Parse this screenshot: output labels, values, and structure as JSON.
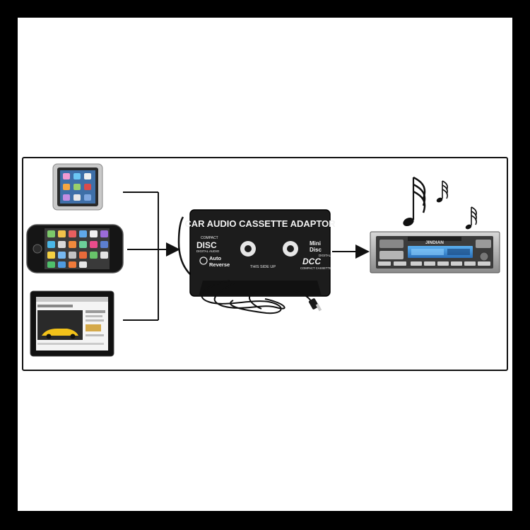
{
  "cassette": {
    "title": "CAR AUDIO CASSETTE ADAPTOR",
    "left_logo_top": "COMPACT",
    "left_logo_main": "DISC",
    "left_logo_bottom": "DIGITAL AUDIO",
    "auto_reverse_1": "Auto",
    "auto_reverse_2": "Reverse",
    "side_label": "THIS SIDE UP",
    "mini_disc_1": "Mini",
    "mini_disc_2": "Disc",
    "dcc_top": "DIGITAL",
    "dcc_main": "DCC",
    "dcc_bottom": "COMPACT CASSETTE"
  },
  "radio": {
    "brand": "JINDIAN"
  },
  "colors": {
    "background": "#000000",
    "canvas": "#ffffff",
    "line": "#111111",
    "cassette": "#1a1a1a",
    "radio_display": "#3a8fd8"
  },
  "icons": [
    "music-note-icon",
    "right-arrow-icon"
  ]
}
